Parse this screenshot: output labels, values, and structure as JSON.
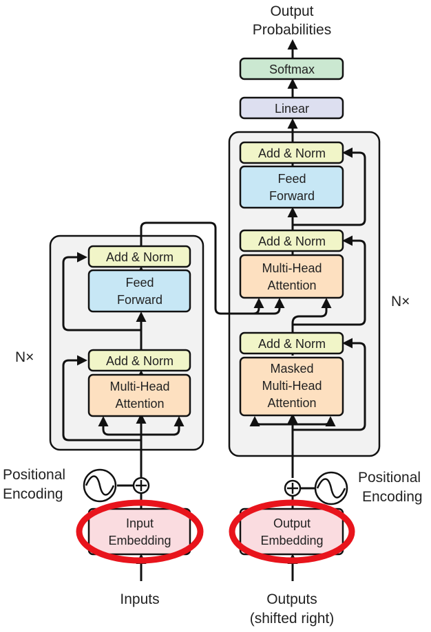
{
  "labels": {
    "output_probabilities_1": "Output",
    "output_probabilities_2": "Probabilities",
    "softmax": "Softmax",
    "linear": "Linear",
    "add_norm": "Add & Norm",
    "feed_forward_1": "Feed",
    "feed_forward_2": "Forward",
    "multi_head_1": "Multi-Head",
    "multi_head_2": "Attention",
    "masked": "Masked",
    "nx": "N×",
    "positional_1": "Positional",
    "positional_2": "Encoding",
    "input_embedding_1": "Input",
    "input_embedding_2": "Embedding",
    "output_embedding_1": "Output",
    "output_embedding_2": "Embedding",
    "inputs": "Inputs",
    "outputs_1": "Outputs",
    "outputs_2": "(shifted right)"
  },
  "colors": {
    "softmax": "#cbe8d1",
    "linear": "#dddff0",
    "add_norm": "#f1f5c8",
    "feed_forward": "#c7e7f5",
    "attention": "#fde0c0",
    "embedding": "#fadce0",
    "stack_bg": "#f2f2f2",
    "highlight": "#e8141c"
  }
}
